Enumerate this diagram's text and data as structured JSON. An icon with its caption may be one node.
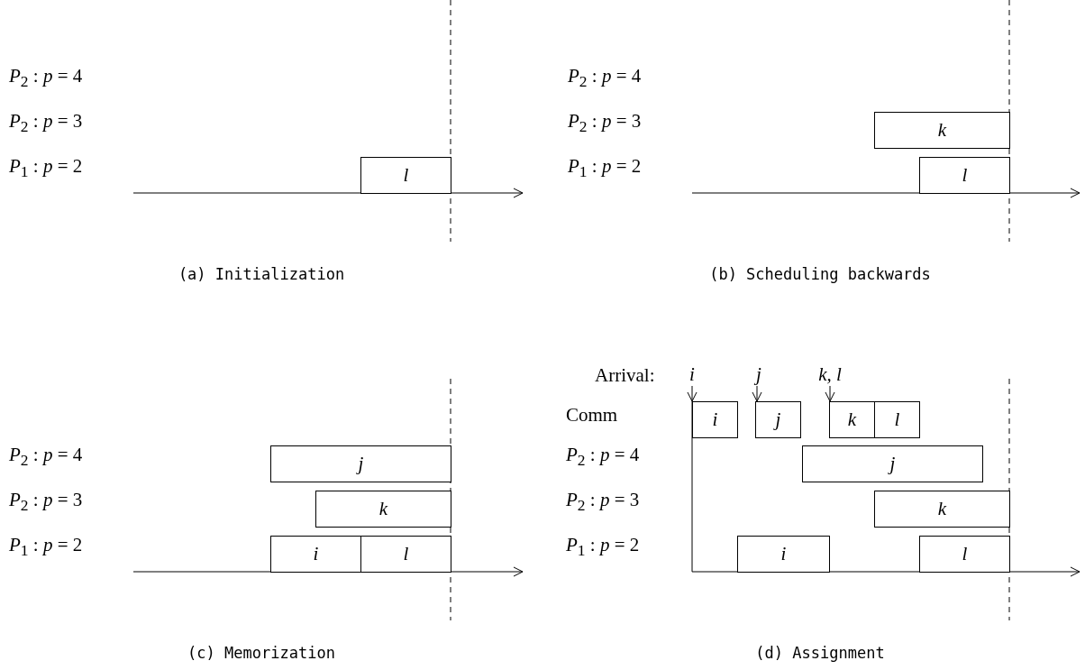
{
  "diagram": {
    "nodes": [
      {
        "text": [
          "l"
        ]
      },
      {
        "text": [
          "k"
        ]
      },
      {
        "text": [
          "l"
        ]
      },
      {
        "text": [
          "j"
        ]
      },
      {
        "text": [
          "k"
        ]
      },
      {
        "text": [
          "i"
        ]
      },
      {
        "text": [
          "l"
        ]
      },
      {
        "text": [
          "i"
        ]
      },
      {
        "text": [
          "j"
        ]
      },
      {
        "text": [
          "k, l"
        ]
      },
      {
        "text": [
          "i"
        ]
      },
      {
        "text": [
          "j"
        ]
      },
      {
        "text": [
          "k"
        ]
      },
      {
        "text": [
          "l"
        ]
      },
      {
        "text": [
          "j"
        ]
      },
      {
        "text": [
          "k"
        ]
      },
      {
        "text": [
          "i"
        ]
      },
      {
        "text": [
          "l"
        ]
      }
    ],
    "edges": [
      {
        "from": 7,
        "to": 10,
        "arrow": "to"
      },
      {
        "from": 8,
        "to": 11,
        "arrow": "to"
      },
      {
        "from": 9,
        "to": 12,
        "arrow": "to"
      }
    ],
    "labels": [
      "*P*$_{2}$ : *p* = 4",
      "*P*$_{2}$ : *p* = 3",
      "*P*$_{1}$ : *p* = 2",
      "*P*$_{2}$ : *p* = 4",
      "*P*$_{2}$ : *p* = 3",
      "*P*$_{1}$ : *p* = 2",
      "(a) Initialization",
      "(b) Scheduling backwards",
      "*P*$_{2}$ : *p* = 4",
      "*P*$_{2}$ : *p* = 3",
      "*P*$_{1}$ : *p* = 2",
      "Arrival:",
      "Comm",
      "*P*$_{2}$ : *p* = 4",
      "*P*$_{2}$ : *p* = 3",
      "*P*$_{1}$ : *p* = 2",
      "(c) Memorization",
      "(d) Assignment"
    ]
  }
}
